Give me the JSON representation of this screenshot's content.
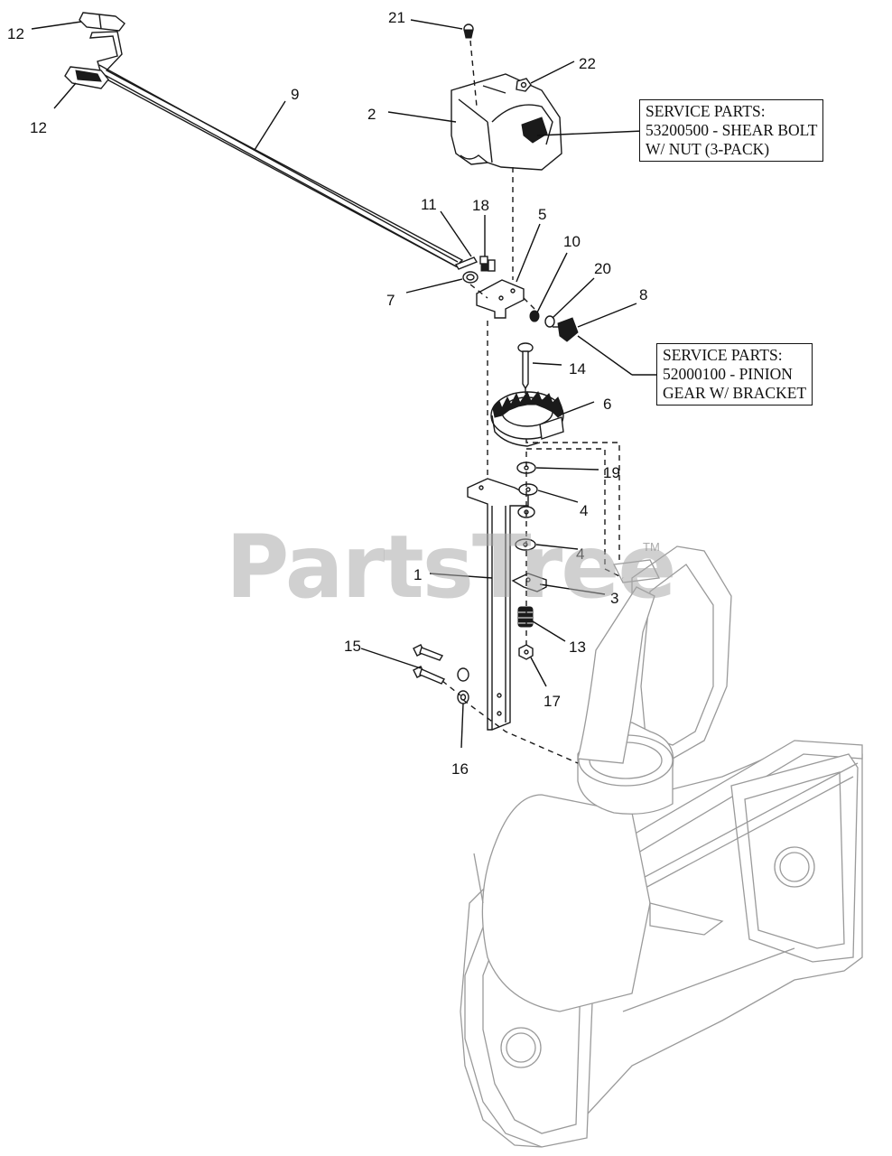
{
  "diagram": {
    "watermark": "PartsTree",
    "watermark_tm": "TM",
    "callouts": {
      "c12a": "12",
      "c12b": "12",
      "c9": "9",
      "c21": "21",
      "c22": "22",
      "c2": "2",
      "c11": "11",
      "c18": "18",
      "c5": "5",
      "c10": "10",
      "c20": "20",
      "c8": "8",
      "c7": "7",
      "c14": "14",
      "c6": "6",
      "c19": "19",
      "c4a": "4",
      "c4b": "4",
      "c1": "1",
      "c3": "3",
      "c13": "13",
      "c15": "15",
      "c17": "17",
      "c16": "16"
    },
    "service_box_1": {
      "line1": "SERVICE PARTS:",
      "line2": "53200500 - SHEAR BOLT",
      "line3": "W/ NUT (3-PACK)"
    },
    "service_box_2": {
      "line1": "SERVICE PARTS:",
      "line2": "52000100 - PINION",
      "line3": "GEAR W/ BRACKET"
    }
  }
}
